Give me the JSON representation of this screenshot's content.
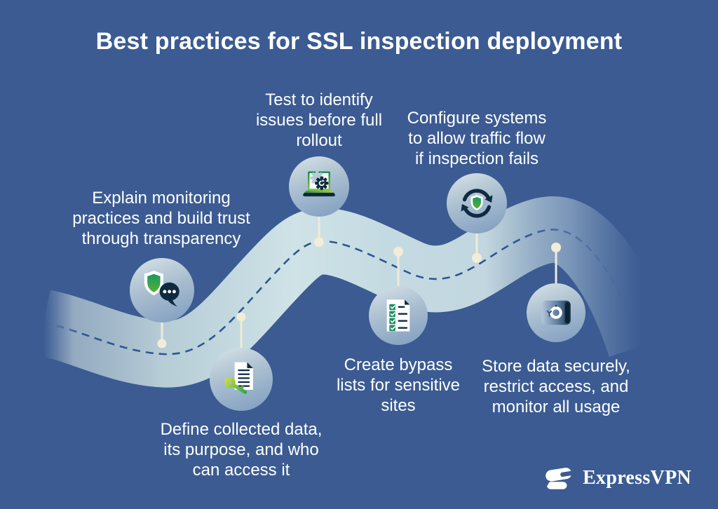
{
  "title": "Best practices for SSL inspection deployment",
  "steps": [
    {
      "name": "explain-monitoring",
      "icon": "shield-chat-icon",
      "label": "Explain monitoring practices and build trust through transparency",
      "lines": [
        "Explain monitoring",
        "practices and build trust",
        "through transparency"
      ]
    },
    {
      "name": "define-collected-data",
      "icon": "document-key-icon",
      "label": "Define collected data, its purpose, and who can access it",
      "lines": [
        "Define collected data,",
        "its purpose, and who",
        "can access it"
      ]
    },
    {
      "name": "test-before-rollout",
      "icon": "laptop-gear-icon",
      "label": "Test to identify issues before full rollout",
      "lines": [
        "Test to identify",
        "issues before full",
        "rollout"
      ]
    },
    {
      "name": "create-bypass-lists",
      "icon": "checklist-icon",
      "label": "Create bypass lists for sensitive sites",
      "lines": [
        "Create bypass",
        "lists for sensitive",
        "sites"
      ]
    },
    {
      "name": "configure-traffic-flow",
      "icon": "refresh-shield-icon",
      "label": "Configure systems to allow traffic flow if inspection fails",
      "lines": [
        "Configure systems",
        "to allow traffic flow",
        "if inspection fails"
      ]
    },
    {
      "name": "store-data-securely",
      "icon": "safe-icon",
      "label": "Store data securely, restrict access, and monitor all usage",
      "lines": [
        "Store data securely,",
        "restrict access, and",
        "monitor all usage"
      ]
    }
  ],
  "brand": {
    "wordmark": "ExpressVPN",
    "logo_icon": "expressvpn-logo-icon"
  },
  "colors": {
    "background": "#3b5b92",
    "title_text": "#ffffff",
    "body_text": "#ffffff",
    "road_light": "#cfe3e7",
    "road_shaded": "#9fb4c6",
    "dashed_line": "#2f5590",
    "node_circle_light": "#d0dde3",
    "node_circle_dark": "#7e9cc0",
    "connector_cream": "#f0ead8",
    "icon_navy": "#0f2a40",
    "icon_green_dark": "#179a62",
    "icon_green_light": "#5bad33",
    "key_yellow_green": "#c8dc2e",
    "logo_white": "#ffffff"
  }
}
